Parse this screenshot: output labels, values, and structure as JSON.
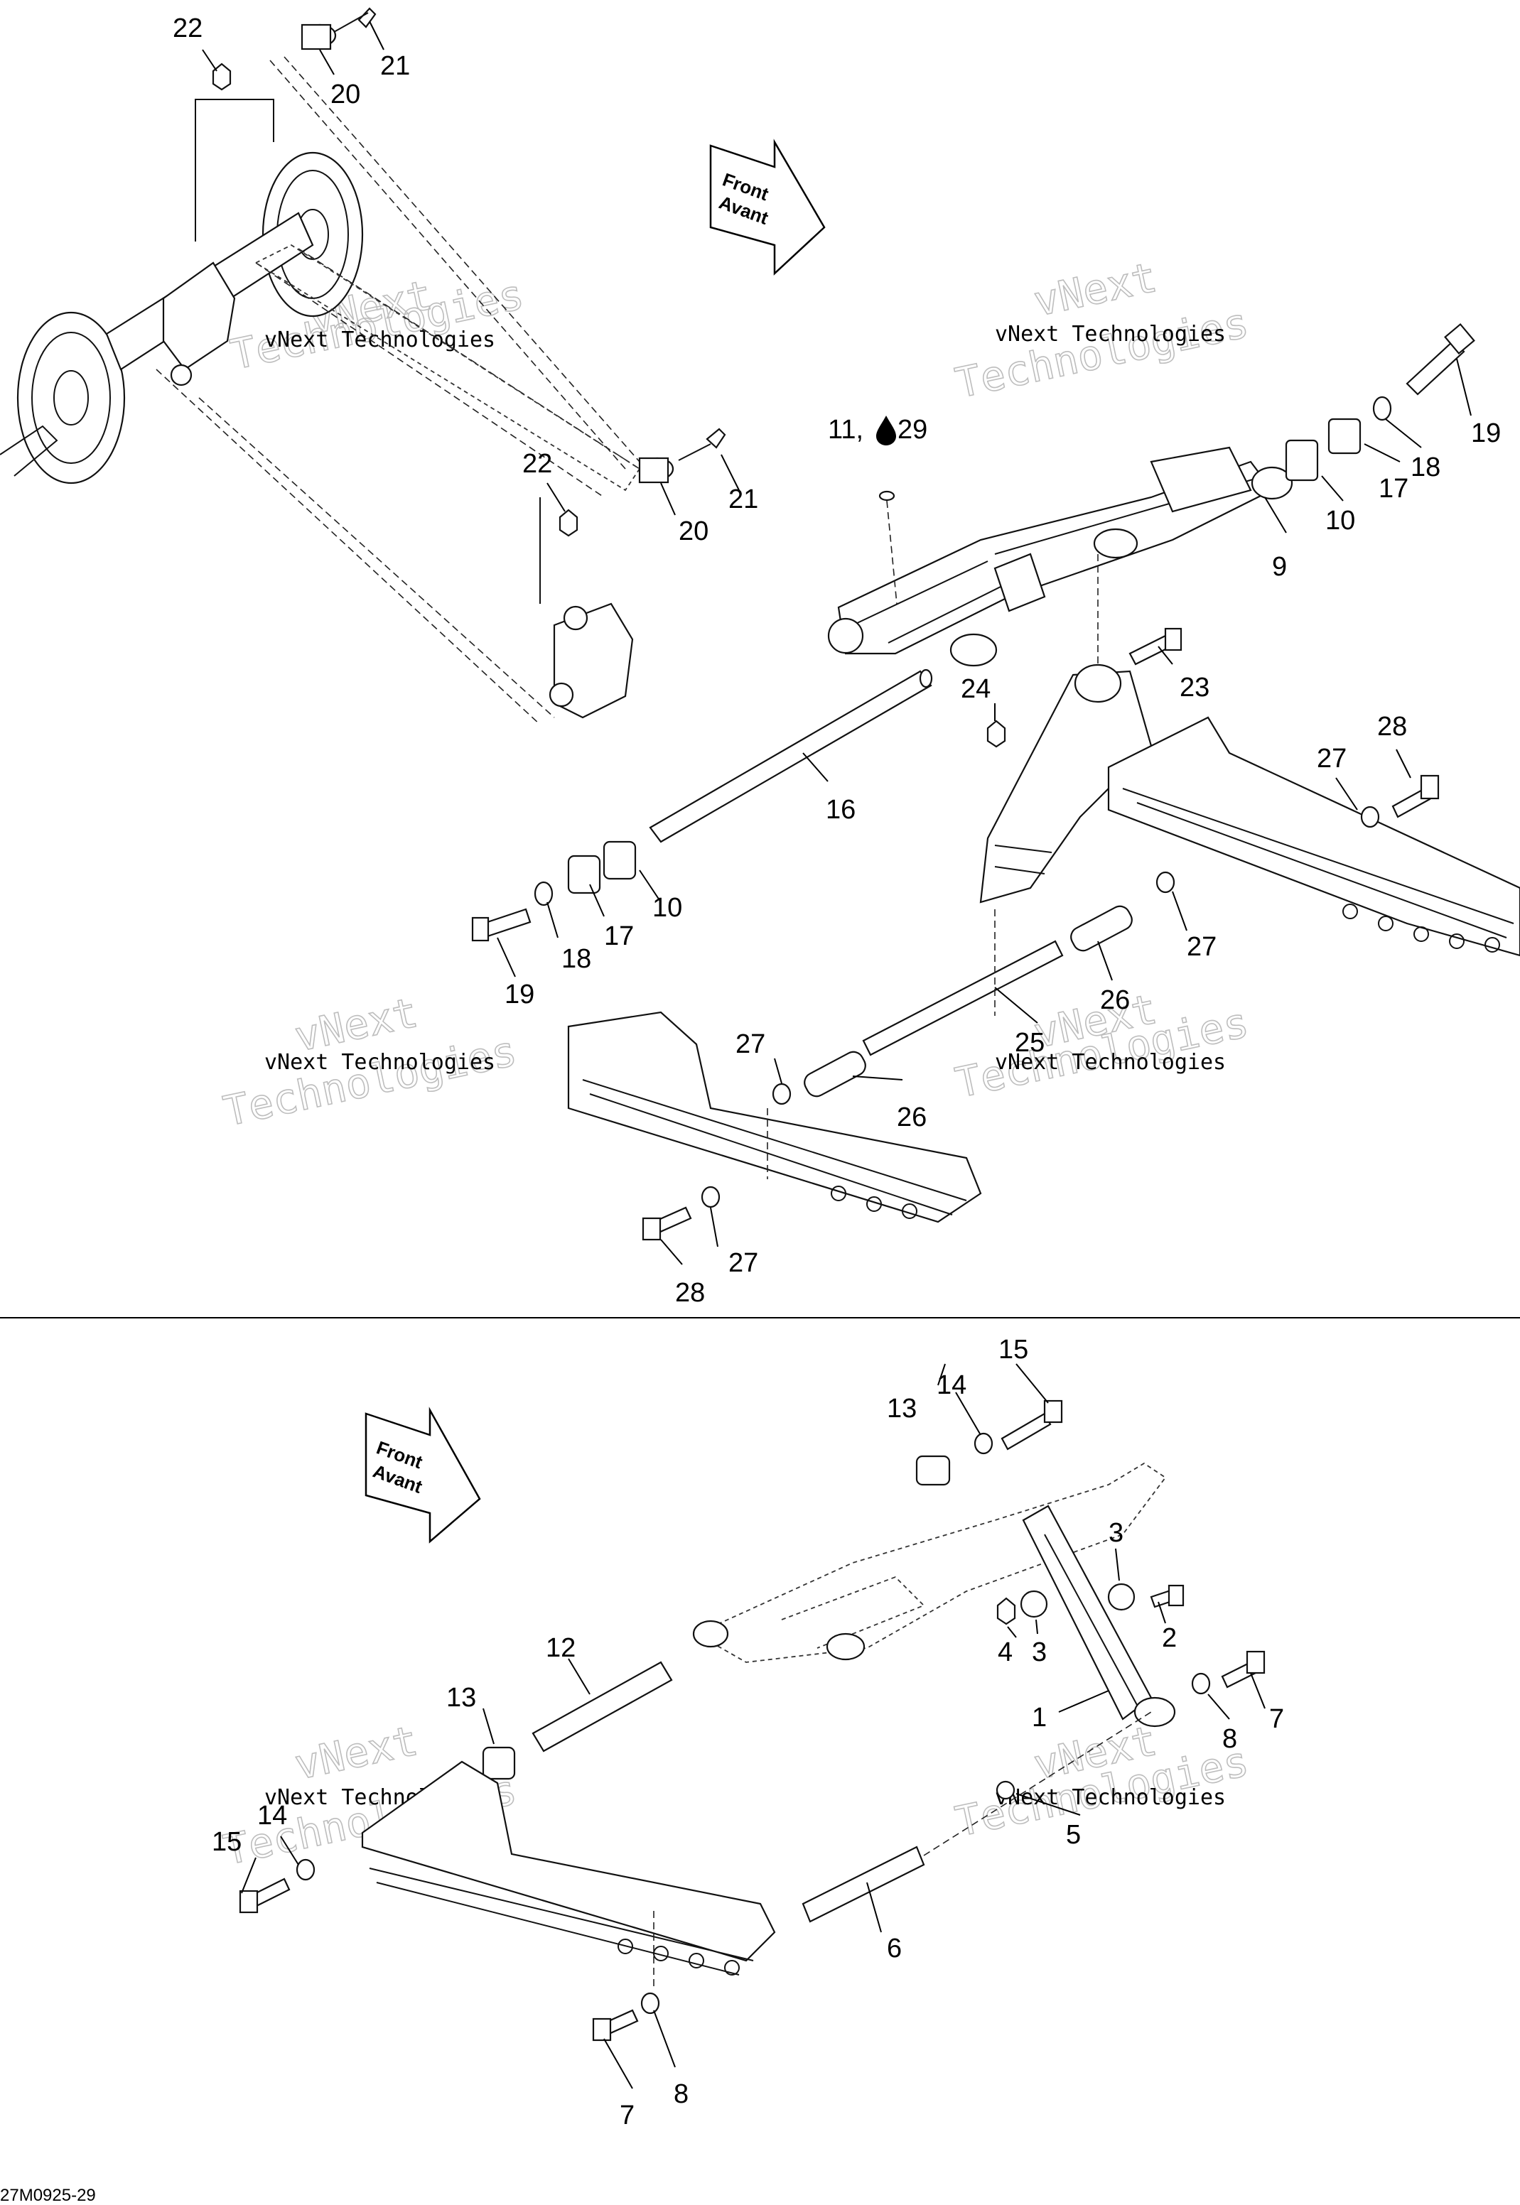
{
  "diagram": {
    "figure_code": "27M0925-29",
    "front_arrow": {
      "line1": "Front",
      "line2": "Avant"
    },
    "watermark": {
      "line1": "vNext Technologies",
      "line2": "Technologies",
      "line3": "vNext"
    },
    "callouts": {
      "p1": "1",
      "p2": "2",
      "p3": "3",
      "p4": "4",
      "p5": "5",
      "p6": "6",
      "p7": "7",
      "p8": "8",
      "p9": "9",
      "p10": "10",
      "p11_29": "11, ",
      "p29": "29",
      "p12": "12",
      "p13": "13",
      "p14": "14",
      "p15": "15",
      "p16": "16",
      "p17": "17",
      "p18": "18",
      "p19": "19",
      "p20": "20",
      "p21": "21",
      "p22": "22",
      "p23": "23",
      "p24": "24",
      "p25": "25",
      "p26": "26",
      "p27": "27",
      "p28": "28"
    },
    "icons": {
      "lubricant": "oil-drop-icon",
      "direction": "front-arrow-icon"
    }
  }
}
